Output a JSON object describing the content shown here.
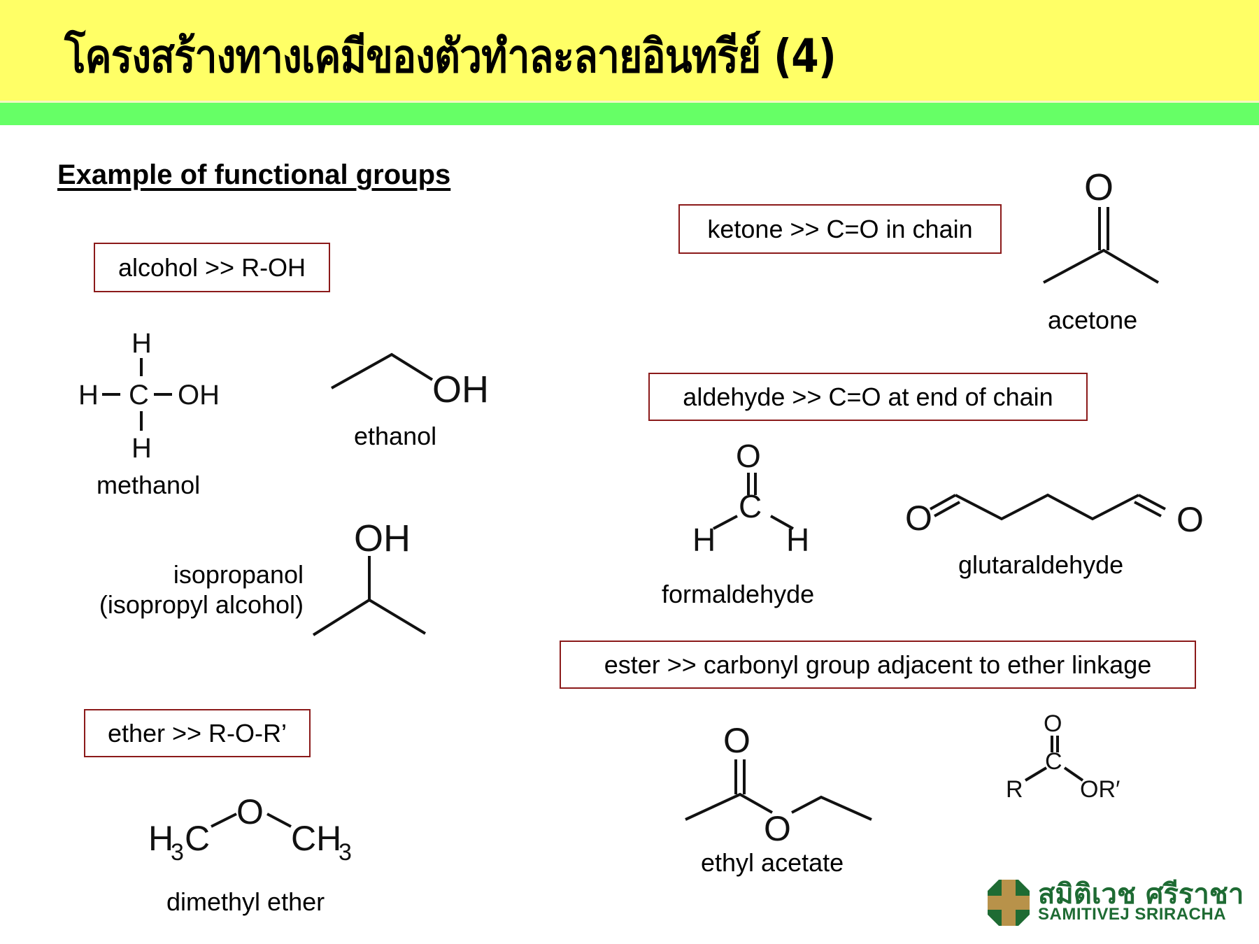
{
  "slide": {
    "title": "โครงสร้างทางเคมีของตัวทำละลายอินทรีย์ (4)",
    "subheading": "Example of functional groups",
    "colors": {
      "title_band": "#ffff66",
      "accent_band": "#66ff66",
      "box_border": "#8b1a1a",
      "logo_green": "#1e6b33",
      "logo_gold": "#b8924a"
    }
  },
  "groups": {
    "alcohol": {
      "definition": "alcohol >> R-OH",
      "examples": [
        {
          "name": "methanol",
          "structure": {
            "atoms": [
              "H",
              "H",
              "H",
              "C",
              "OH"
            ]
          }
        },
        {
          "name": "ethanol",
          "structure": {
            "atoms": [
              "OH"
            ]
          }
        },
        {
          "name": "isopropanol",
          "alt_name": "(isopropyl alcohol)",
          "structure": {
            "atoms": [
              "OH"
            ]
          }
        }
      ]
    },
    "ether": {
      "definition": "ether >> R-O-R’",
      "examples": [
        {
          "name": "dimethyl ether",
          "structure": {
            "left": "H",
            "left_sub": "3",
            "left_tail": "C",
            "center": "O",
            "right": "CH",
            "right_sub": "3"
          }
        }
      ]
    },
    "ketone": {
      "definition": "ketone >> C=O in chain",
      "examples": [
        {
          "name": "acetone",
          "structure": {
            "atoms": [
              "O"
            ]
          }
        }
      ]
    },
    "aldehyde": {
      "definition": "aldehyde >> C=O at end of chain",
      "examples": [
        {
          "name": "formaldehyde",
          "structure": {
            "atoms": [
              "O",
              "C",
              "H",
              "H"
            ]
          }
        },
        {
          "name": "glutaraldehyde",
          "structure": {
            "atoms": [
              "O",
              "O"
            ]
          }
        }
      ]
    },
    "ester": {
      "definition": "ester >> carbonyl group adjacent to ether linkage",
      "examples": [
        {
          "name": "ethyl acetate",
          "structure": {
            "atoms": [
              "O",
              "O"
            ]
          }
        },
        {
          "name": "",
          "structure": {
            "atoms": [
              "O",
              "C",
              "R",
              "OR′"
            ]
          }
        }
      ]
    }
  },
  "logo": {
    "thai": "สมิติเวช ศรีราชา",
    "english": "SAMITIVEJ SRIRACHA",
    "icon": "cross-icon"
  }
}
